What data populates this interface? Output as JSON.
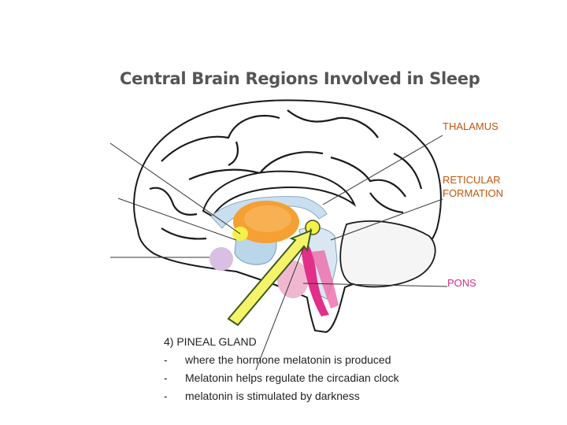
{
  "title": "Central Brain Regions Involved in Sleep",
  "labels": {
    "thalamus": "THALAMUS",
    "reticular_line1": "RETICULAR",
    "reticular_line2": "FORMATION",
    "pons": "PONS"
  },
  "notes": {
    "heading": "4) PINEAL GLAND",
    "bullets": [
      "where the hormone melatonin is produced",
      "Melatonin helps regulate the circadian clock",
      "melatonin is stimulated by darkness"
    ],
    "bullet_marker": "-"
  },
  "colors": {
    "thalamus": "#f5a033",
    "reticular": "#e0308a",
    "pons": "#f0b8d0",
    "pineal_highlight": "#f2f24a",
    "arrow_fill": "#f5f36a",
    "arrow_outline": "#3a5c20",
    "hypothalamus": "#b9d6ea",
    "pituitary": "#d8bfe3"
  }
}
